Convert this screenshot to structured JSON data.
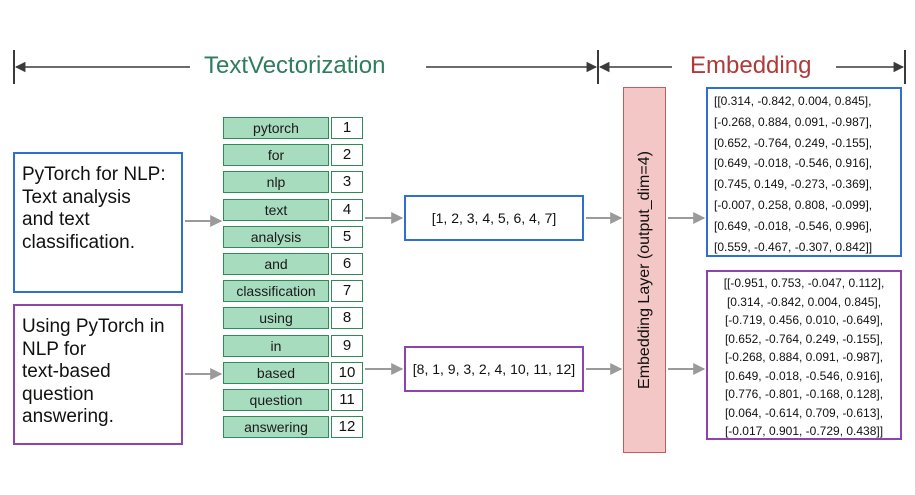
{
  "titles": {
    "text_vectorization": "TextVectorization",
    "embedding": "Embedding"
  },
  "sentences": [
    [
      "PyTorch for NLP:",
      "Text analysis",
      "and text",
      "classification."
    ],
    [
      "Using PyTorch in",
      "NLP for",
      "text-based",
      "question",
      "answering."
    ]
  ],
  "vocabulary": [
    {
      "word": "pytorch",
      "index": "1"
    },
    {
      "word": "for",
      "index": "2"
    },
    {
      "word": "nlp",
      "index": "3"
    },
    {
      "word": "text",
      "index": "4"
    },
    {
      "word": "analysis",
      "index": "5"
    },
    {
      "word": "and",
      "index": "6"
    },
    {
      "word": "classification",
      "index": "7"
    },
    {
      "word": "using",
      "index": "8"
    },
    {
      "word": "in",
      "index": "9"
    },
    {
      "word": "based",
      "index": "10"
    },
    {
      "word": "question",
      "index": "11"
    },
    {
      "word": "answering",
      "index": "12"
    }
  ],
  "sequences": [
    "[1, 2, 3, 4, 5, 6, 4, 7]",
    "[8, 1, 9, 3, 2, 4, 10, 11, 12]"
  ],
  "embedding_layer_label": "Embedding Layer (output_dim=4)",
  "vectors": [
    [
      "[[0.314, -0.842, 0.004, 0.845],",
      "[-0.268, 0.884, 0.091, -0.987],",
      "[0.652, -0.764, 0.249, -0.155],",
      "[0.649, -0.018, -0.546, 0.916],",
      "[0.745, 0.149, -0.273, -0.369],",
      "[-0.007, 0.258, 0.808, -0.099],",
      "[0.649, -0.018, -0.546, 0.996],",
      "[0.559, -0.467, -0.307, 0.842]]"
    ],
    [
      "[[-0.951, 0.753, -0.047, 0.112],",
      "[0.314, -0.842, 0.004, 0.845],",
      "[-0.719, 0.456, 0.010, -0.649],",
      "[0.652, -0.764, 0.249, -0.155],",
      "[-0.268, 0.884, 0.091, -0.987],",
      "[0.649, -0.018, -0.546, 0.916],",
      "[0.776, -0.801, -0.168, 0.128],",
      "[0.064, -0.614, 0.709, -0.613],",
      "[-0.017, 0.901, -0.729, 0.438]]"
    ]
  ],
  "colors": {
    "green": "#2e8b57",
    "green_fill": "#a7dcbf",
    "blue": "#2f6fd0",
    "purple": "#8e44ad",
    "red": "#b03a3a",
    "red_fill": "#f4c7c7",
    "arrow": "#9a9a9a"
  }
}
